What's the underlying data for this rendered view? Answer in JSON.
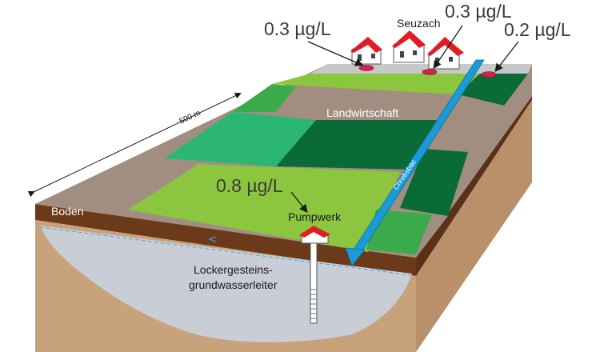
{
  "labels": {
    "distance": "500 m",
    "soil": "Boden",
    "agriculture": "Landwirtschaft",
    "village": "Seuzach",
    "creek": "Chrebsbac",
    "pumping_station": "Pumpwerk",
    "aquifer_line1": "Lockergesteins-",
    "aquifer_line2": "grundwasserleiter"
  },
  "concentrations": {
    "left_house": "0.3 µg/L",
    "center_house": "0.3 µg/L",
    "right_spot": "0.2 µg/L",
    "pump": "0.8 µg/L"
  },
  "colors": {
    "light_green": "#8cc63f",
    "mid_green": "#3aaa4a",
    "teal_green": "#2bb673",
    "dark_green": "#0a6b36",
    "field_brown": "#a28e80",
    "soil_brown": "#6b3a1a",
    "subsoil": "#c8a27a",
    "aquifer_gray": "#c9cdd6",
    "creek_blue": "#1a9ad6",
    "roof_red": "#e31b23",
    "sample_spot": "#d6204f"
  }
}
